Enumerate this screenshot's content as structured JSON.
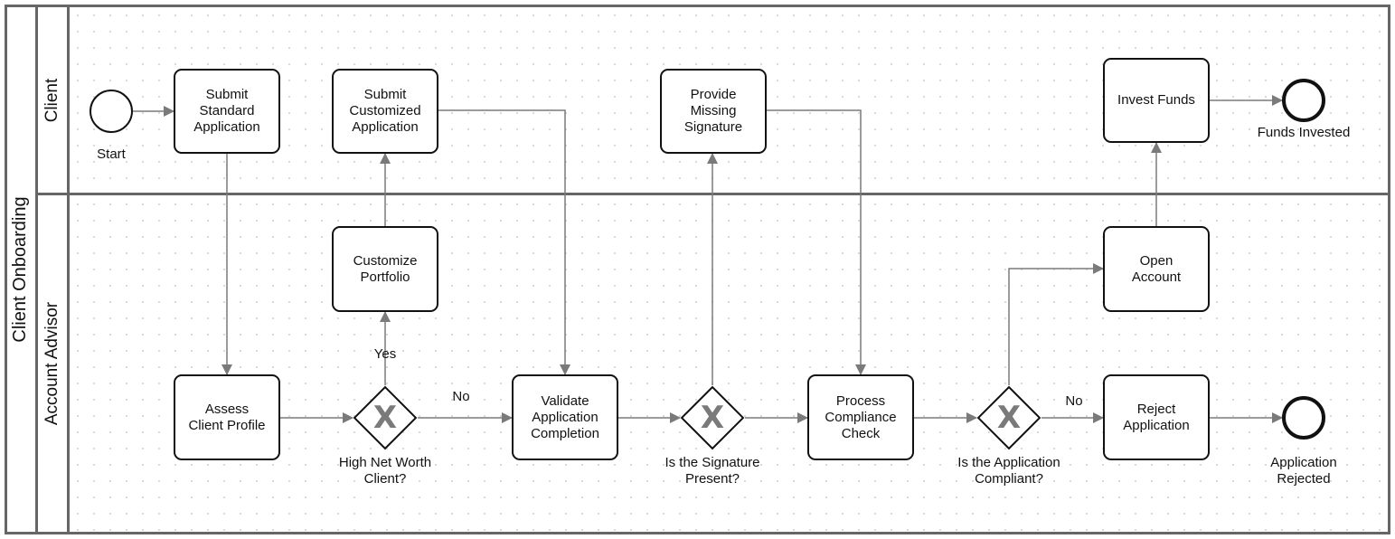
{
  "pool": {
    "label": "Client Onboarding"
  },
  "lanes": [
    {
      "id": "client",
      "label": "Client"
    },
    {
      "id": "advisor",
      "label": "Account Advisor"
    }
  ],
  "events": {
    "start": {
      "label": "Start"
    },
    "funds_invested": {
      "label": "Funds Invested"
    },
    "application_rejected": {
      "label": "Application\nRejected"
    }
  },
  "tasks": {
    "submit_standard": "Submit\nStandard\nApplication",
    "submit_customized": "Submit\nCustomized\nApplication",
    "provide_signature": "Provide\nMissing\nSignature",
    "invest_funds": "Invest Funds",
    "customize_portfolio": "Customize\nPortfolio",
    "open_account": "Open\nAccount",
    "assess_profile": "Assess\nClient Profile",
    "validate_completion": "Validate\nApplication\nCompletion",
    "process_compliance": "Process\nCompliance\nCheck",
    "reject_application": "Reject\nApplication"
  },
  "gateways": {
    "net_worth": {
      "label": "High Net Worth\nClient?",
      "symbol": "X"
    },
    "signature": {
      "label": "Is the Signature\nPresent?",
      "symbol": "X"
    },
    "compliant": {
      "label": "Is the Application\nCompliant?",
      "symbol": "X"
    }
  },
  "flow_labels": {
    "yes": "Yes",
    "no_net_worth": "No",
    "no_compliant": "No"
  },
  "colors": {
    "border": "#666666",
    "stroke": "#111111",
    "connector": "#7a7a7a",
    "gateway_mark": "#7a7a7a"
  }
}
